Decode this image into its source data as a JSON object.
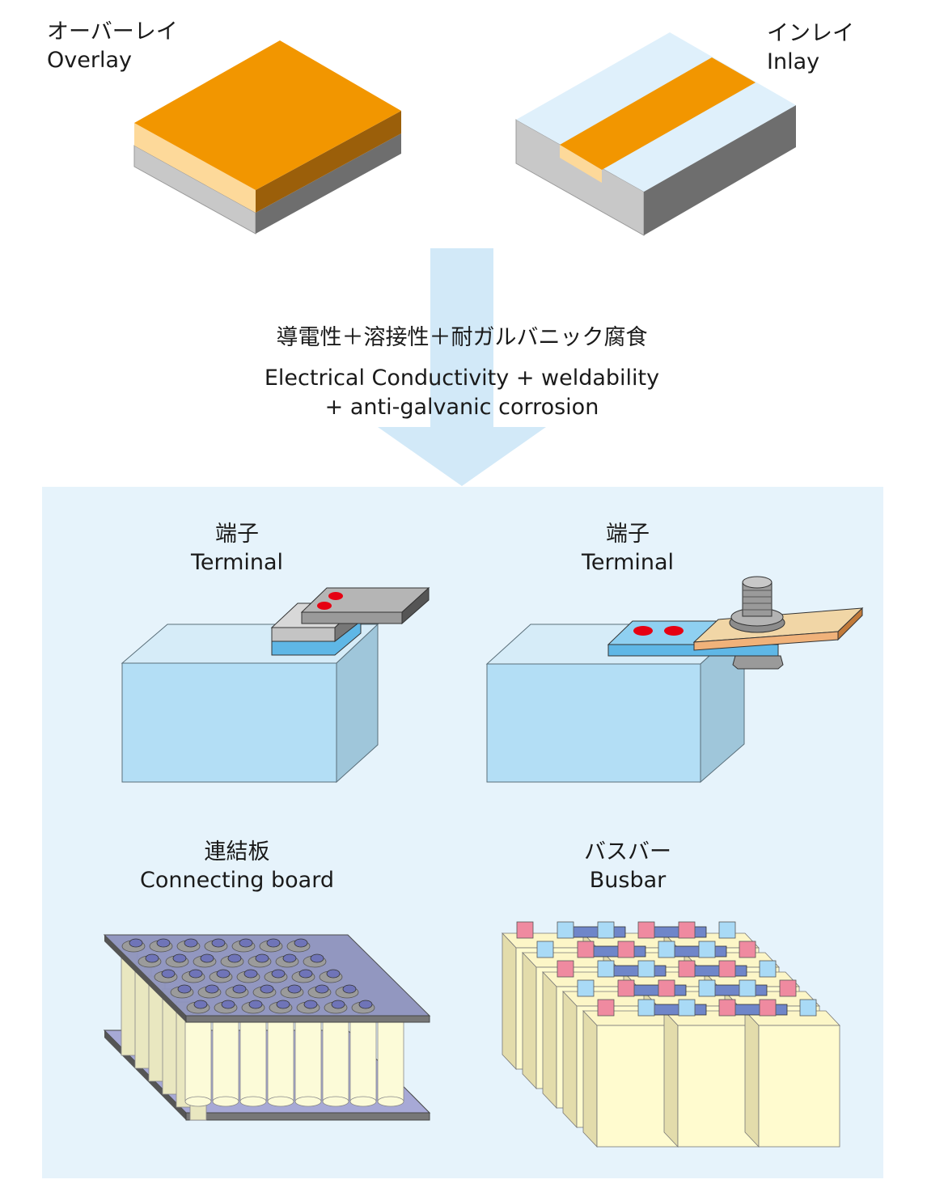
{
  "top": {
    "overlay": {
      "jp": "オーバーレイ",
      "en": "Overlay"
    },
    "inlay": {
      "jp": "インレイ",
      "en": "Inlay"
    }
  },
  "middle": {
    "jp": "導電性＋溶接性＋耐ガルバニック腐食",
    "en_line1": "Electrical Conductivity + weldability",
    "en_line2": "+ anti-galvanic corrosion"
  },
  "applications": {
    "terminal_left": {
      "jp": "端子",
      "en": "Terminal"
    },
    "terminal_right": {
      "jp": "端子",
      "en": "Terminal"
    },
    "connecting_board": {
      "jp": "連結板",
      "en": "Connecting board"
    },
    "busbar": {
      "jp": "バスバー",
      "en": "Busbar"
    }
  },
  "colors": {
    "orange": "#f29600",
    "orange_dark": "#9b5f0a",
    "cream": "#fdd99a",
    "grey_light": "#c8c8c8",
    "grey_dark": "#6e6e6e",
    "ice": "#dff0fb",
    "arrow": "#d2e9f8",
    "panel": "#e6f3fb",
    "cell_front": "#b3def5",
    "cell_side": "#9fc6da",
    "weld_red": "#e60012",
    "busbar_red": "#ef8aa0",
    "busbar_blue": "#a9daf6",
    "busbar_bar": "#6f86c9",
    "cell_cream": "#fdf8c8"
  }
}
